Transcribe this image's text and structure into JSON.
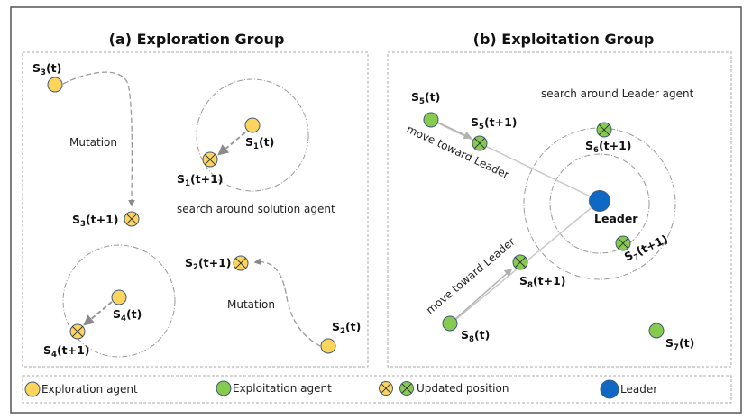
{
  "colors": {
    "exploration_fill": "#FDD55C",
    "exploitation_fill": "#86CB4E",
    "leader_fill": "#0F69C4",
    "stroke": "#3F5B7A",
    "line": "#9a9a9a"
  },
  "panel_a": {
    "title": "(a) Exploration Group",
    "annotations": {
      "mutation_1": "Mutation",
      "mutation_2": "Mutation",
      "search_around": "search around solution agent"
    },
    "agents": {
      "s3_t": {
        "base": "S",
        "sub": "3",
        "suffix": "(t)"
      },
      "s3_t1": {
        "base": "S",
        "sub": "3",
        "suffix": "(t+1)"
      },
      "s1_t": {
        "base": "S",
        "sub": "1",
        "suffix": "(t)"
      },
      "s1_t1": {
        "base": "S",
        "sub": "1",
        "suffix": "(t+1)"
      },
      "s2_t": {
        "base": "S",
        "sub": "2",
        "suffix": "(t)"
      },
      "s2_t1": {
        "base": "S",
        "sub": "2",
        "suffix": "(t+1)"
      },
      "s4_t": {
        "base": "S",
        "sub": "4",
        "suffix": "(t)"
      },
      "s4_t1": {
        "base": "S",
        "sub": "4",
        "suffix": "(t+1)"
      }
    }
  },
  "panel_b": {
    "title": "(b) Exploitation Group",
    "annotations": {
      "move_toward_1": "move toward Leader",
      "move_toward_2": "move toward Leader",
      "search_around": "search around Leader agent",
      "leader": "Leader"
    },
    "agents": {
      "s5_t": {
        "base": "S",
        "sub": "5",
        "suffix": "(t)"
      },
      "s5_t1": {
        "base": "S",
        "sub": "5",
        "suffix": "(t+1)"
      },
      "s6_t1": {
        "base": "S",
        "sub": "6",
        "suffix": "(t+1)"
      },
      "s7_t": {
        "base": "S",
        "sub": "7",
        "suffix": "(t)"
      },
      "s7_t1": {
        "base": "S",
        "sub": "7",
        "suffix": "(t+1)"
      },
      "s8_t": {
        "base": "S",
        "sub": "8",
        "suffix": "(t)"
      },
      "s8_t1": {
        "base": "S",
        "sub": "8",
        "suffix": "(t+1)"
      }
    }
  },
  "legend": {
    "exploration": "Exploration agent",
    "exploitation": "Exploitation agent",
    "updated": "Updated position",
    "leader": "Leader"
  }
}
